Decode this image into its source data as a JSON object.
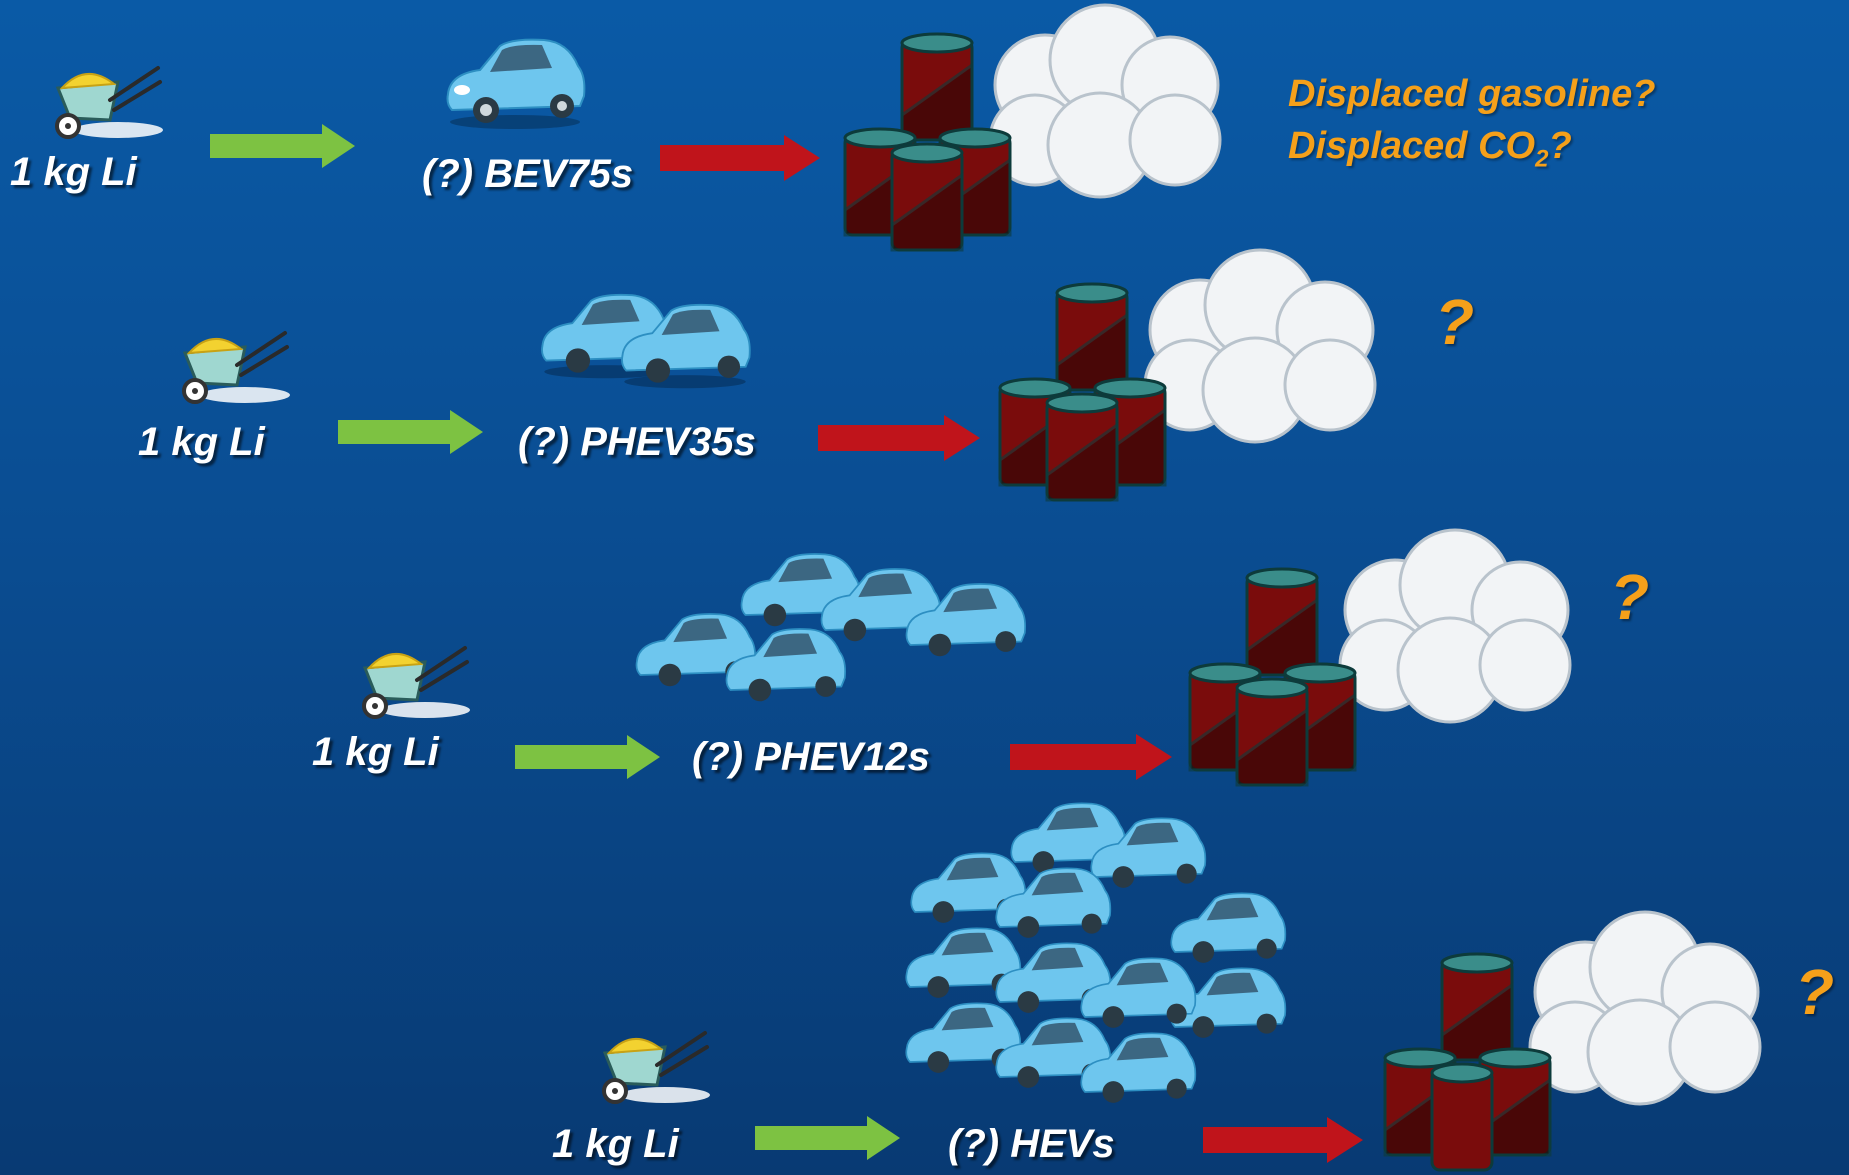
{
  "colors": {
    "background": "#0a4d92",
    "green_arrow": "#7dc242",
    "red_arrow": "#c0141b",
    "question": "#f5a01a",
    "car": "#6ec6ee",
    "barrel": "#7a0c0c",
    "cloud": "#f2f4f6"
  },
  "rows": [
    {
      "lithium_label": "1 kg Li",
      "vehicle_label": "(?) BEV75s",
      "car_count": 1,
      "question": ""
    },
    {
      "lithium_label": "1 kg Li",
      "vehicle_label": "(?) PHEV35s",
      "car_count": 2,
      "question": "?"
    },
    {
      "lithium_label": "1 kg Li",
      "vehicle_label": "(?) PHEV12s",
      "car_count": 5,
      "question": "?"
    },
    {
      "lithium_label": "1 kg Li",
      "vehicle_label": "(?) HEVs",
      "car_count": 12,
      "question": "?"
    }
  ],
  "note": {
    "line1": "Displaced gasoline?",
    "line2_prefix": "Displaced CO",
    "line2_sub": "2",
    "line2_suffix": "?"
  },
  "icons": [
    "wheelbarrow-icon",
    "car-icon",
    "oil-barrel-icon",
    "cloud-icon",
    "arrow-right-icon"
  ]
}
